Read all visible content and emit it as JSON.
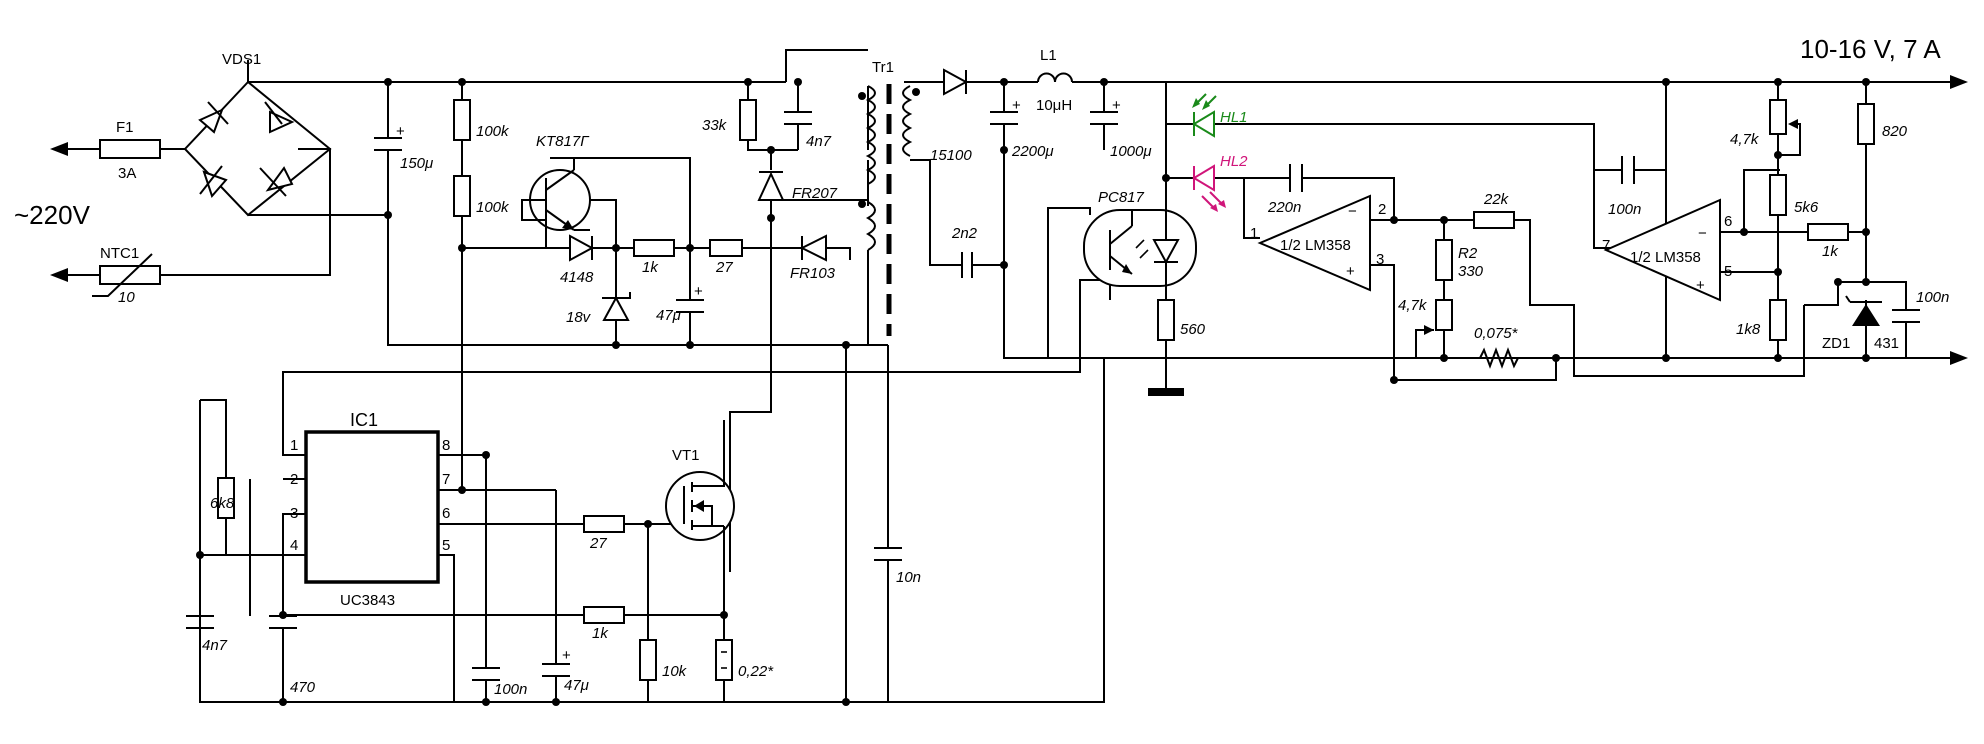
{
  "output": {
    "label": "10-16 V, 7 A"
  },
  "mains": {
    "label": "~220V"
  },
  "parts": {
    "VDS1": "VDS1",
    "F1": "F1",
    "F1_val": "3A",
    "NTC1": "NTC1",
    "NTC1_val": "10",
    "C_150": "150μ",
    "R_100k_a": "100k",
    "R_100k_b": "100k",
    "Q_KT817": "KT817Г",
    "D_4148": "4148",
    "Z_18v": "18v",
    "R_1k_a": "1k",
    "C_47u_a": "47μ",
    "R_27_a": "27",
    "D_FR103": "FR103",
    "R_33k": "33k",
    "C_4n7_a": "4n7",
    "D_FR207": "FR207",
    "Tr1": "Tr1",
    "D_15100": "15100",
    "L1": "L1",
    "L1_val": "10μH",
    "C_2200": "2200μ",
    "C_1000": "1000μ",
    "C_2n2": "2n2",
    "HL1": "HL1",
    "HL2": "HL2",
    "PC817": "PC817",
    "R_560": "560",
    "C_220n": "220n",
    "U_LM358_a": "1/2 LM358",
    "pin1": "1",
    "pin2": "2",
    "pin3": "3",
    "R_22k": "22k",
    "R2": "R2",
    "R2_val": "330",
    "P_4_7k_a": "4,7k",
    "R_shunt": "0,075*",
    "C_100n_a": "100n",
    "U_LM358_b": "1/2 LM358",
    "pin5": "5",
    "pin6": "6",
    "pin7": "7",
    "P_4_7k_b": "4,7k",
    "R_5k6": "5k6",
    "R_1k_b": "1k",
    "R_1k8": "1k8",
    "R_820": "820",
    "C_100n_b": "100n",
    "ZD1": "ZD1",
    "ZD1_val": "431",
    "IC1": "IC1",
    "IC1_part": "UC3843",
    "ic_p1": "1",
    "ic_p2": "2",
    "ic_p3": "3",
    "ic_p4": "4",
    "ic_p5": "5",
    "ic_p6": "6",
    "ic_p7": "7",
    "ic_p8": "8",
    "R_6k8": "6k8",
    "C_4n7_b": "4n7",
    "C_470": "470",
    "C_100n_c": "100n",
    "C_47u_b": "47μ",
    "R_27_b": "27",
    "R_1k_c": "1k",
    "R_10k": "10k",
    "R_022": "0,22*",
    "VT1": "VT1",
    "C_10n": "10n",
    "plus": "+"
  }
}
